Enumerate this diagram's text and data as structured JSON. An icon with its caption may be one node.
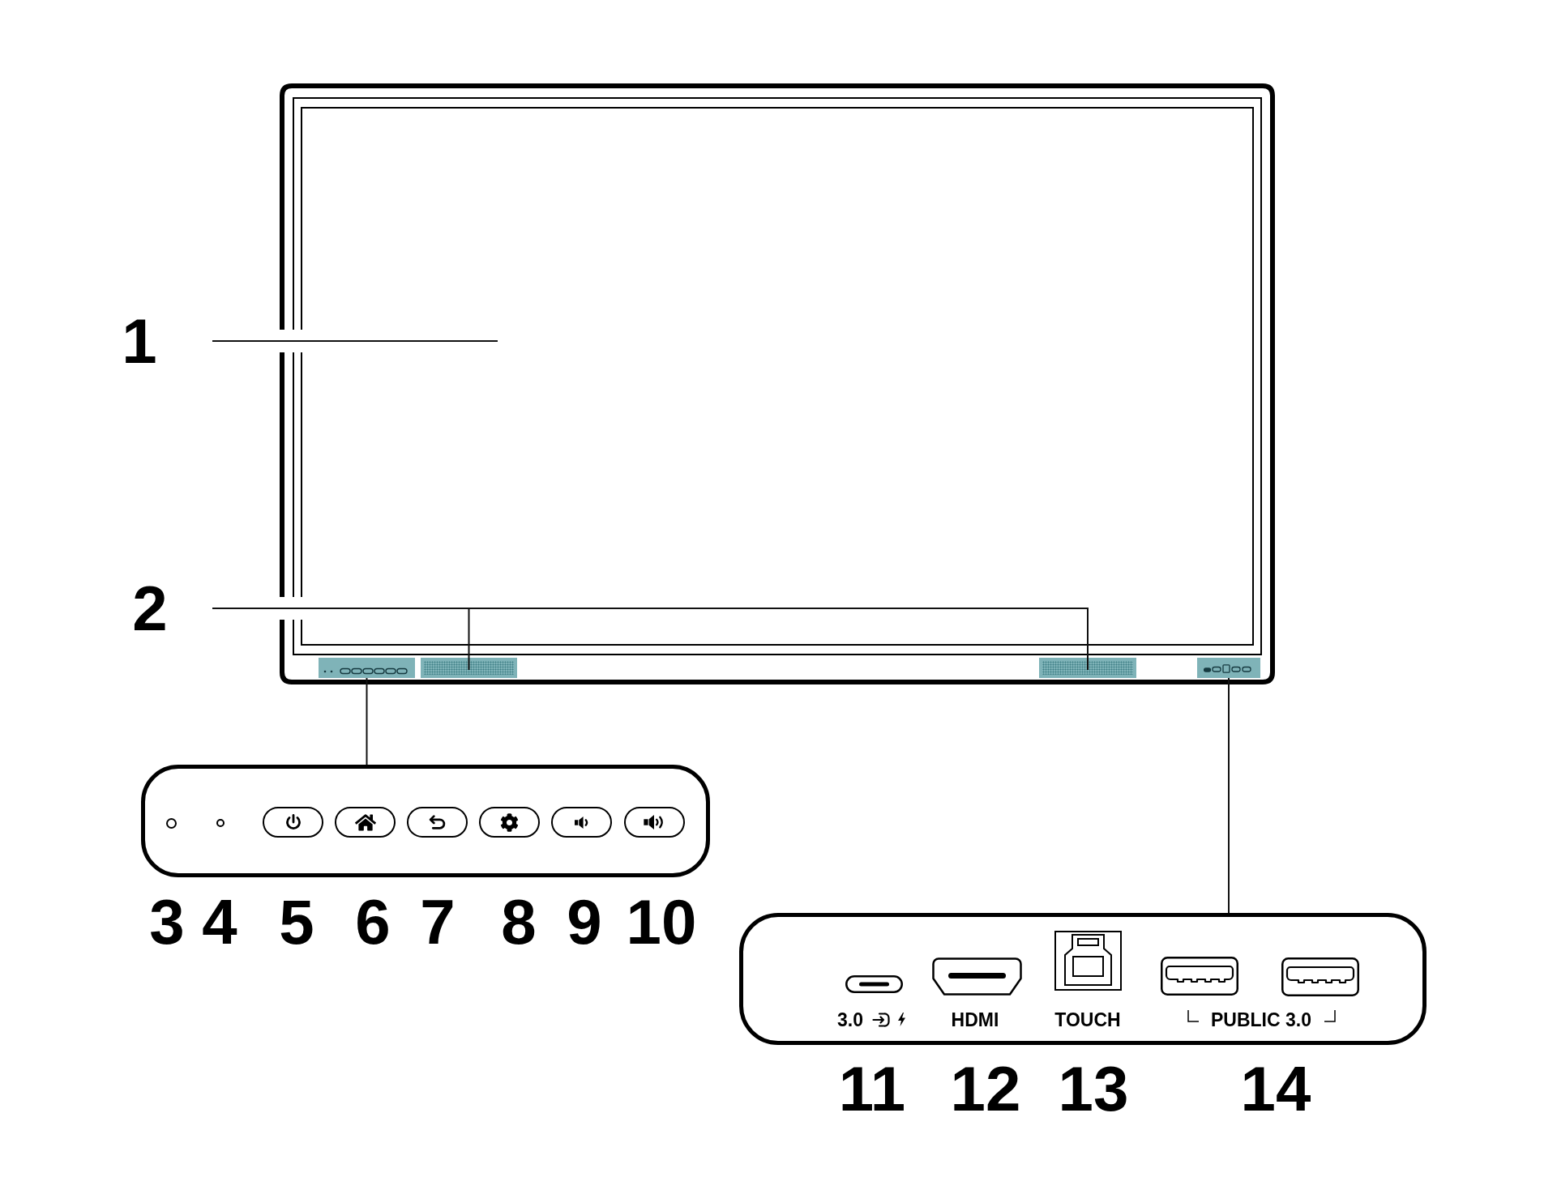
{
  "diagram": {
    "nodes": [
      {
        "text": [
          "1"
        ]
      },
      {
        "text": [],
        "shape": "box"
      },
      {
        "text": [
          "2"
        ]
      },
      {
        "text": [],
        "shape": "bar"
      },
      {
        "text": [],
        "shape": "bar"
      },
      {
        "text": [],
        "shape": "bar"
      },
      {
        "text": [],
        "shape": "bar"
      },
      {
        "text": [],
        "shape": "box"
      },
      {
        "text": [
          "3.0",
          "HDMI",
          "TOUCH",
          "PUBLIC 3.0"
        ]
      }
    ],
    "edges": [
      {
        "from": 0,
        "to": 1,
        "arrow": "none"
      },
      {
        "from": 2,
        "to": 4,
        "arrow": "none"
      },
      {
        "from": 2,
        "to": 5,
        "arrow": "none"
      },
      {
        "from": 3,
        "to": 7,
        "arrow": "none"
      },
      {
        "from": 6,
        "to": 8,
        "arrow": "none"
      }
    ],
    "labels": [
      "3",
      "4",
      "5",
      "6",
      "7",
      "8",
      "9",
      "10",
      "11",
      "12",
      "13",
      "14"
    ]
  }
}
